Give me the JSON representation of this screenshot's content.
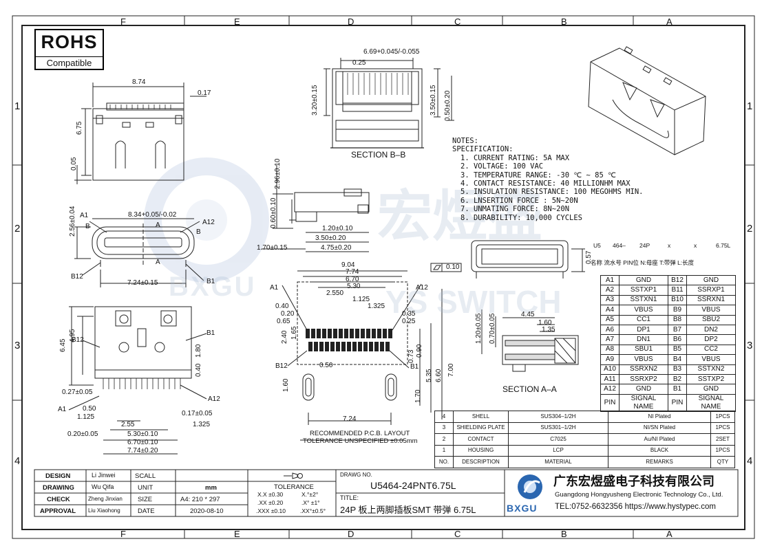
{
  "zones": {
    "columns": [
      "F",
      "E",
      "D",
      "C",
      "B",
      "A"
    ],
    "rows": [
      "1",
      "2",
      "3",
      "4"
    ]
  },
  "rohs": {
    "title": "ROHS",
    "subtitle": "Compatible"
  },
  "watermark": {
    "cn": "宏煜盛",
    "en": "YS SWITCH",
    "logo_text": "BXGU"
  },
  "views": {
    "section_bb": "SECTION  B–B",
    "section_aa": "SECTION  A–A",
    "pcb_layout": "RECOMMENDED  P.C.B.  LAYOUT",
    "tolerance_note": "TOLERANCE UNSPECIFIED ±0.05mm",
    "flatness": "0.10"
  },
  "dims": {
    "top_width": "8.74",
    "top_017": "0.17",
    "top_675": "6.75",
    "top_005": "0.05",
    "front_834": "8.34+0.05/-0.02",
    "front_256": "2.56±0.04",
    "front_724": "7.24±0.15",
    "a1": "A1",
    "a12": "A12",
    "b1": "B1",
    "b12": "B12",
    "a": "A",
    "b": "B",
    "bb_669": "6.69+0.045/-0.055",
    "bb_025": "0.25",
    "bb_320": "3.20±0.15",
    "bb_350": "3.50±0.15",
    "bb_050": "0.50±0.20",
    "side_296": "2.96±0.10",
    "side_060": "0.60±0.10",
    "side_120": "1.20±0.10",
    "side_350": "3.50±0.20",
    "side_170": "1.70±0.15",
    "side_475": "4.75±0.20",
    "pcb_904": "9.04",
    "pcb_774": "7.74",
    "pcb_670": "6.70",
    "pcb_530": "5.30",
    "pcb_2550": "2.550",
    "pcb_1125": "1.125",
    "pcb_1325": "1.325",
    "pcb_040": "0.40",
    "pcb_020": "0.20",
    "pcb_065": "0.65",
    "pcb_035": "0.35",
    "pcb_025": "0.25",
    "pcb_240": "2.40",
    "pcb_165": "1.65",
    "pcb_050": "0.50",
    "pcb_073": "0.73",
    "pcb_090": "0.90",
    "pcb_535": "5.35",
    "pcb_660": "6.60",
    "pcb_700": "7.00",
    "pcb_160": "1.60",
    "pcb_170": "1.70",
    "pcb_724": "7.24",
    "bot_645": "6.45",
    "bot_495": "4.95",
    "bot_180": "1.80",
    "bot_040": "0.40",
    "bot_027": "0.27±0.05",
    "bot_050": "0.50",
    "bot_1125": "1.125",
    "bot_020": "0.20±0.05",
    "bot_255": "2.55",
    "bot_530": "5.30±0.10",
    "bot_670": "6.70±0.10",
    "bot_774": "7.74±0.20",
    "bot_017": "0.17±0.05",
    "bot_1325": "1.325",
    "aa_445": "4.45",
    "aa_160": "1.60",
    "aa_135": "1.35",
    "aa_120": "1.20±0.05",
    "aa_070": "0.70±0.05",
    "end_057": "0.57"
  },
  "notes": {
    "title": "NOTES:",
    "spec": "SPECIFICATION:",
    "items": [
      "1. CURRENT RATING: 5A MAX",
      "2. VOLTAGE: 100 VAC",
      "3. TEMPERATURE RANGE: -30 ℃ ~ 85 ℃",
      "4. CONTACT RESISTANCE: 40 MILLIONHM MAX",
      "5. INSULATION RESISTANCE: 100 MEGOHMS MIN.",
      "6.  LNSERTION FORCE : 5N~20N",
      "7.  UNMATING FORCE: 8N~20N",
      "8.  DURABILITY:    10,000 CYCLES"
    ]
  },
  "part_code": {
    "fields": [
      "U5",
      "464–",
      "24P",
      "x",
      "x",
      "6.75L"
    ],
    "labels": "名称  流水号  PIN位  N:母座  T:带弹  L:长度"
  },
  "pin_table": {
    "rows": [
      [
        "A1",
        "GND",
        "B12",
        "GND"
      ],
      [
        "A2",
        "SSTXP1",
        "B11",
        "SSRXP1"
      ],
      [
        "A3",
        "SSTXN1",
        "B10",
        "SSRXN1"
      ],
      [
        "A4",
        "VBUS",
        "B9",
        "VBUS"
      ],
      [
        "A5",
        "CC1",
        "B8",
        "SBU2"
      ],
      [
        "A6",
        "DP1",
        "B7",
        "DN2"
      ],
      [
        "A7",
        "DN1",
        "B6",
        "DP2"
      ],
      [
        "A8",
        "SBU1",
        "B5",
        "CC2"
      ],
      [
        "A9",
        "VBUS",
        "B4",
        "VBUS"
      ],
      [
        "A10",
        "SSRXN2",
        "B3",
        "SSTXN2"
      ],
      [
        "A11",
        "SSRXP2",
        "B2",
        "SSTXP2"
      ],
      [
        "A12",
        "GND",
        "B1",
        "GND"
      ]
    ],
    "header": [
      "PIN",
      "SIGNAL NAME",
      "PIN",
      "SIGNAL NAME"
    ]
  },
  "bom": {
    "rows": [
      [
        "4",
        "SHELL",
        "SUS304–1/2H",
        "NI  Plated",
        "1PCS"
      ],
      [
        "3",
        "SHIELDING PLATE",
        "SUS301–1/2H",
        "NI/SN  Plated",
        "1PCS"
      ],
      [
        "2",
        "CONTACT",
        "C7025",
        "Au/NI Plated",
        "2SET"
      ],
      [
        "1",
        "HOUSING",
        "LCP",
        "BLACK",
        "1PCS"
      ]
    ],
    "header": [
      "NO.",
      "DESCRIPTION",
      "MATERIAL",
      "REMARKS",
      "QTY"
    ]
  },
  "title_block": {
    "design_label": "DESIGN",
    "design_name": "Li Jinwei",
    "drawing_label": "DRAWING",
    "drawing_name": "Wu Qifa",
    "check_label": "CHECK",
    "check_name": "Zheng Jinxian",
    "approval_label": "APPROVAL",
    "approval_name": "Liu Xiaohong",
    "scall_label": "SCALL",
    "unit_label": "UNIT",
    "size_label": "SIZE",
    "date_label": "DATE",
    "unit_value": "mm",
    "size_value": "A4: 210 * 297",
    "date_value": "2020-08-10",
    "tolerance_title": "TOLERANCE",
    "tol_rows": [
      [
        "X.X  ±0.30",
        "X.°±2°"
      ],
      [
        ".XX  ±0.20",
        ".X° ±1°"
      ],
      [
        ".XXX  ±0.10",
        ".XX°±0.5°"
      ]
    ],
    "drawing_no_label": "DRAWG NO.",
    "drawing_no": "U5464-24PNT6.75L",
    "title_label": "TITLE:",
    "title": "24P 板上两脚插板SMT 带弹 6.75L",
    "company_cn": "广东宏煜盛电子科技有限公司",
    "company_en": "Guangdong Hongyusheng Electronic Technology Co., Ltd.",
    "contact": "TEL:0752-6632356  https://www.hystypec.com",
    "logo": "BXGU"
  }
}
